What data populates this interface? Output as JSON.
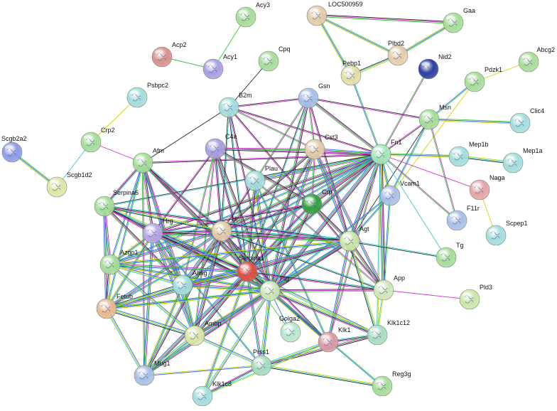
{
  "colors": {
    "edge_palette": [
      "#2a2a2a",
      "#cc33cc",
      "#33cc33",
      "#3366ff",
      "#d4d400",
      "#33cccc"
    ],
    "node_green": "#9ed89a",
    "node_blue": "#9fb8e6",
    "node_purple": "#b9a3e6",
    "node_tan": "#e0c9a0",
    "node_teal": "#9fdcdc",
    "node_red": "#e05a4a",
    "node_pink": "#d99a9a",
    "node_dark_green": "#2f9a3a",
    "node_navy": "#2a3a9a"
  },
  "nodes": [
    {
      "id": "Acy3",
      "label": "Acy3",
      "color": "#a6dc98"
    },
    {
      "id": "LOC500959",
      "label": "LOC500959",
      "color": "#e3ccaa"
    },
    {
      "id": "Gaa",
      "label": "Gaa",
      "color": "#a6dc98"
    },
    {
      "id": "Acp2",
      "label": "Acp2",
      "color": "#d9908a"
    },
    {
      "id": "Acy1",
      "label": "Acy1",
      "color": "#a79fe0"
    },
    {
      "id": "Cpq",
      "label": "Cpq",
      "color": "#a6dc98"
    },
    {
      "id": "Plbd2",
      "label": "Plbd2",
      "color": "#e3ccaa"
    },
    {
      "id": "Nid2",
      "label": "Nid2",
      "color": "#2c3fa0"
    },
    {
      "id": "Abcg2",
      "label": "Abcg2",
      "color": "#a6dc98"
    },
    {
      "id": "Pebp1",
      "label": "Pebp1",
      "color": "#e3ddaa"
    },
    {
      "id": "Pdzk1",
      "label": "Pdzk1",
      "color": "#a6dc98"
    },
    {
      "id": "Psbpc2",
      "label": "Psbpc2",
      "color": "#a4dcdc"
    },
    {
      "id": "B2m",
      "label": "B2m",
      "color": "#a4dcdc"
    },
    {
      "id": "Gsn",
      "label": "Gsn",
      "color": "#a8bfe6"
    },
    {
      "id": "Msn",
      "label": "Msn",
      "color": "#a6dc98"
    },
    {
      "id": "Clic4",
      "label": "Clic4",
      "color": "#a4dcdc"
    },
    {
      "id": "Scgb2a2",
      "label": "Scgb2a2",
      "color": "#8f9be6"
    },
    {
      "id": "Crp2",
      "label": "Crp2",
      "color": "#a6dc98"
    },
    {
      "id": "C4a",
      "label": "C4a",
      "color": "#a79fe0"
    },
    {
      "id": "Cst3",
      "label": "Cst3",
      "color": "#e3ccaa"
    },
    {
      "id": "Fn1",
      "label": "Fn1",
      "color": "#a6e6b8"
    },
    {
      "id": "Mep1b",
      "label": "Mep1b",
      "color": "#a4dcdc"
    },
    {
      "id": "Mep1a",
      "label": "Mep1a",
      "color": "#a4dcdc"
    },
    {
      "id": "Afm",
      "label": "Afm",
      "color": "#a6dc98"
    },
    {
      "id": "Scgb1d2",
      "label": "Scgb1d2",
      "color": "#dde6a6"
    },
    {
      "id": "Plau",
      "label": "Plau",
      "color": "#a4dcdc"
    },
    {
      "id": "Naga",
      "label": "Naga",
      "color": "#e3a6a6"
    },
    {
      "id": "Vcam1",
      "label": "Vcam1",
      "color": "#a8bfe6"
    },
    {
      "id": "Serpina6",
      "label": "Serpina6",
      "color": "#a6dc98"
    },
    {
      "id": "Crp",
      "label": "Crp",
      "color": "#33a040"
    },
    {
      "id": "F11r",
      "label": "F11r",
      "color": "#a8bfe6"
    },
    {
      "id": "Scpep1",
      "label": "Scpep1",
      "color": "#a4dcdc"
    },
    {
      "id": "Hrg",
      "label": "Hrg",
      "color": "#b8a6e6"
    },
    {
      "id": "Hp",
      "label": "Hp",
      "color": "#e3ccaa"
    },
    {
      "id": "Agt",
      "label": "Agt",
      "color": "#c9e6a6"
    },
    {
      "id": "Azgp1",
      "label": "Azgp1",
      "color": "#a6dc98"
    },
    {
      "id": "Serpina1",
      "label": "Serpina1",
      "color": "#e05040"
    },
    {
      "id": "Tg",
      "label": "Tg",
      "color": "#a6dc98"
    },
    {
      "id": "Ahsg",
      "label": "Ahsg",
      "color": "#a4dcdc"
    },
    {
      "id": "Plg",
      "label": "Plg",
      "color": "#cfe6b8"
    },
    {
      "id": "App",
      "label": "App",
      "color": "#cfe6b8"
    },
    {
      "id": "Pld3",
      "label": "Pld3",
      "color": "#c9e6a6"
    },
    {
      "id": "Fetub",
      "label": "Fetub",
      "color": "#e8b890"
    },
    {
      "id": "Golga2",
      "label": "Golga2",
      "color": "#b8e6cf"
    },
    {
      "id": "Klk1",
      "label": "Klk1",
      "color": "#d99aa6"
    },
    {
      "id": "Klk1c12",
      "label": "Klk1c12",
      "color": "#a6dcc0"
    },
    {
      "id": "Ambp",
      "label": "Ambp",
      "color": "#dde6a6"
    },
    {
      "id": "Prss1",
      "label": "Prss1",
      "color": "#a6dcc0"
    },
    {
      "id": "Mug1",
      "label": "Mug1",
      "color": "#a8bfe6"
    },
    {
      "id": "Reg3g",
      "label": "Reg3g",
      "color": "#a6dc98"
    },
    {
      "id": "Klk1c8",
      "label": "Klk1c8",
      "color": "#a4dcdc"
    }
  ],
  "edges": [
    [
      "Acy3",
      "Acy1",
      1
    ],
    [
      "Acp2",
      "Acy1",
      1
    ],
    [
      "LOC500959",
      "Gaa",
      3
    ],
    [
      "LOC500959",
      "Plbd2",
      3
    ],
    [
      "LOC500959",
      "Pebp1",
      3
    ],
    [
      "Gaa",
      "Plbd2",
      3
    ],
    [
      "Plbd2",
      "Pebp1",
      3
    ],
    [
      "Pebp1",
      "Fn1",
      2
    ],
    [
      "Nid2",
      "Fn1",
      2
    ],
    [
      "Abcg2",
      "Pdzk1",
      1
    ],
    [
      "Pdzk1",
      "Msn",
      2
    ],
    [
      "Pdzk1",
      "Vcam1",
      1
    ],
    [
      "Psbpc2",
      "Crp2",
      1
    ],
    [
      "Crp2",
      "Scgb1d2",
      1
    ],
    [
      "Scgb2a2",
      "Scgb1d2",
      3
    ],
    [
      "Crp2",
      "Afm",
      1
    ],
    [
      "Cpq",
      "B2m",
      1
    ],
    [
      "B2m",
      "Gsn",
      2
    ],
    [
      "B2m",
      "Fn1",
      2
    ],
    [
      "B2m",
      "Cst3",
      2
    ],
    [
      "B2m",
      "Afm",
      1
    ],
    [
      "B2m",
      "Hp",
      2
    ],
    [
      "B2m",
      "Serpina1",
      2
    ],
    [
      "B2m",
      "Plg",
      2
    ],
    [
      "B2m",
      "App",
      2
    ],
    [
      "Gsn",
      "Msn",
      2
    ],
    [
      "Gsn",
      "Fn1",
      3
    ],
    [
      "Gsn",
      "Plg",
      3
    ],
    [
      "Gsn",
      "Agt",
      2
    ],
    [
      "Gsn",
      "Cst3",
      2
    ],
    [
      "Gsn",
      "Plau",
      2
    ],
    [
      "Gsn",
      "Serpina1",
      2
    ],
    [
      "Msn",
      "Fn1",
      2
    ],
    [
      "Msn",
      "Clic4",
      3
    ],
    [
      "Msn",
      "Vcam1",
      2
    ],
    [
      "Msn",
      "F11r",
      2
    ],
    [
      "Msn",
      "Agt",
      1
    ],
    [
      "Fn1",
      "Mep1b",
      3
    ],
    [
      "Mep1b",
      "Mep1a",
      3
    ],
    [
      "Fn1",
      "Naga",
      1
    ],
    [
      "Naga",
      "Scpep1",
      1
    ],
    [
      "Fn1",
      "Vcam1",
      3
    ],
    [
      "Fn1",
      "F11r",
      2
    ],
    [
      "Fn1",
      "Plg",
      4
    ],
    [
      "Fn1",
      "Plau",
      4
    ],
    [
      "Fn1",
      "Serpina1",
      4
    ],
    [
      "Fn1",
      "Agt",
      4
    ],
    [
      "Fn1",
      "App",
      4
    ],
    [
      "Fn1",
      "Crp",
      3
    ],
    [
      "Fn1",
      "Hp",
      4
    ],
    [
      "Fn1",
      "Hrg",
      3
    ],
    [
      "Fn1",
      "C4a",
      3
    ],
    [
      "Fn1",
      "Cst3",
      3
    ],
    [
      "Fn1",
      "Ahsg",
      3
    ],
    [
      "Fn1",
      "Afm",
      2
    ],
    [
      "Fn1",
      "Serpina6",
      2
    ],
    [
      "Fn1",
      "Klk1",
      2
    ],
    [
      "Fn1",
      "Klk1c12",
      2
    ],
    [
      "Fn1",
      "Fetub",
      2
    ],
    [
      "Fn1",
      "Azgp1",
      2
    ],
    [
      "Fn1",
      "Tg",
      1
    ],
    [
      "Vcam1",
      "Plg",
      2
    ],
    [
      "Vcam1",
      "Agt",
      2
    ],
    [
      "Vcam1",
      "App",
      2
    ],
    [
      "C4a",
      "Hp",
      3
    ],
    [
      "C4a",
      "Serpina1",
      3
    ],
    [
      "C4a",
      "Plg",
      3
    ],
    [
      "C4a",
      "Crp",
      3
    ],
    [
      "C4a",
      "Hrg",
      2
    ],
    [
      "C4a",
      "Cst3",
      2
    ],
    [
      "C4a",
      "Ahsg",
      2
    ],
    [
      "C4a",
      "Ambp",
      2
    ],
    [
      "Cst3",
      "Hp",
      3
    ],
    [
      "Cst3",
      "Serpina1",
      3
    ],
    [
      "Cst3",
      "Plg",
      3
    ],
    [
      "Cst3",
      "App",
      3
    ],
    [
      "Cst3",
      "Agt",
      3
    ],
    [
      "Cst3",
      "Crp",
      2
    ],
    [
      "Plau",
      "Plg",
      4
    ],
    [
      "Plau",
      "Serpina1",
      3
    ],
    [
      "Plau",
      "Hp",
      2
    ],
    [
      "Plau",
      "App",
      2
    ],
    [
      "Plau",
      "Klk1",
      2
    ],
    [
      "Crp",
      "Agt",
      3
    ],
    [
      "Crp",
      "Serpina1",
      3
    ],
    [
      "Crp",
      "Plg",
      3
    ],
    [
      "Crp",
      "Hp",
      3
    ],
    [
      "Crp",
      "Hrg",
      2
    ],
    [
      "Afm",
      "Serpina6",
      3
    ],
    [
      "Afm",
      "Hrg",
      3
    ],
    [
      "Afm",
      "Azgp1",
      2
    ],
    [
      "Afm",
      "Fetub",
      2
    ],
    [
      "Afm",
      "Ahsg",
      3
    ],
    [
      "Afm",
      "Serpina1",
      3
    ],
    [
      "Afm",
      "Plg",
      3
    ],
    [
      "Afm",
      "Ambp",
      3
    ],
    [
      "Afm",
      "Mug1",
      2
    ],
    [
      "Afm",
      "Hp",
      3
    ],
    [
      "Serpina6",
      "Hrg",
      3
    ],
    [
      "Serpina6",
      "Serpina1",
      4
    ],
    [
      "Serpina6",
      "Hp",
      3
    ],
    [
      "Serpina6",
      "Azgp1",
      3
    ],
    [
      "Serpina6",
      "Ahsg",
      3
    ],
    [
      "Serpina6",
      "Fetub",
      3
    ],
    [
      "Serpina6",
      "Plg",
      3
    ],
    [
      "Serpina6",
      "Agt",
      3
    ],
    [
      "Hrg",
      "Hp",
      4
    ],
    [
      "Hrg",
      "Serpina1",
      4
    ],
    [
      "Hrg",
      "Plg",
      4
    ],
    [
      "Hrg",
      "Ahsg",
      4
    ],
    [
      "Hrg",
      "Azgp1",
      3
    ],
    [
      "Hrg",
      "Fetub",
      3
    ],
    [
      "Hrg",
      "Ambp",
      3
    ],
    [
      "Hrg",
      "Mug1",
      3
    ],
    [
      "Hrg",
      "Agt",
      3
    ],
    [
      "Hrg",
      "Prss1",
      2
    ],
    [
      "Hp",
      "Serpina1",
      4
    ],
    [
      "Hp",
      "Plg",
      4
    ],
    [
      "Hp",
      "Agt",
      4
    ],
    [
      "Hp",
      "Ahsg",
      4
    ],
    [
      "Hp",
      "Azgp1",
      3
    ],
    [
      "Hp",
      "Fetub",
      3
    ],
    [
      "Hp",
      "Ambp",
      4
    ],
    [
      "Hp",
      "Mug1",
      3
    ],
    [
      "Hp",
      "App",
      2
    ],
    [
      "Hp",
      "Klk1",
      2
    ],
    [
      "Agt",
      "Serpina1",
      4
    ],
    [
      "Agt",
      "Plg",
      4
    ],
    [
      "Agt",
      "App",
      3
    ],
    [
      "Agt",
      "Tg",
      2
    ],
    [
      "Agt",
      "Klk1",
      3
    ],
    [
      "Agt",
      "Klk1c12",
      3
    ],
    [
      "Agt",
      "Ahsg",
      3
    ],
    [
      "Agt",
      "Ambp",
      3
    ],
    [
      "Agt",
      "Azgp1",
      3
    ],
    [
      "Agt",
      "Mug1",
      2
    ],
    [
      "Azgp1",
      "Serpina1",
      3
    ],
    [
      "Azgp1",
      "Ahsg",
      3
    ],
    [
      "Azgp1",
      "Fetub",
      3
    ],
    [
      "Azgp1",
      "Plg",
      3
    ],
    [
      "Azgp1",
      "Ambp",
      3
    ],
    [
      "Serpina1",
      "Plg",
      4
    ],
    [
      "Serpina1",
      "Ahsg",
      4
    ],
    [
      "Serpina1",
      "Ambp",
      4
    ],
    [
      "Serpina1",
      "Mug1",
      4
    ],
    [
      "Serpina1",
      "Fetub",
      4
    ],
    [
      "Serpina1",
      "Klk1",
      3
    ],
    [
      "Serpina1",
      "Prss1",
      3
    ],
    [
      "Serpina1",
      "Klk1c12",
      3
    ],
    [
      "Serpina1",
      "Golga2",
      1
    ],
    [
      "Serpina1",
      "App",
      3
    ],
    [
      "Serpina1",
      "Klk1c8",
      3
    ],
    [
      "Ahsg",
      "Plg",
      4
    ],
    [
      "Ahsg",
      "Fetub",
      4
    ],
    [
      "Ahsg",
      "Ambp",
      4
    ],
    [
      "Ahsg",
      "Mug1",
      3
    ],
    [
      "Plg",
      "App",
      3
    ],
    [
      "Plg",
      "Klk1",
      4
    ],
    [
      "Plg",
      "Klk1c12",
      4
    ],
    [
      "Plg",
      "Prss1",
      4
    ],
    [
      "Plg",
      "Ambp",
      4
    ],
    [
      "Plg",
      "Mug1",
      3
    ],
    [
      "Plg",
      "Fetub",
      3
    ],
    [
      "Plg",
      "Golga2",
      1
    ],
    [
      "Plg",
      "Klk1c8",
      3
    ],
    [
      "Plg",
      "Reg3g",
      2
    ],
    [
      "App",
      "Pld3",
      1
    ],
    [
      "App",
      "Klk1c12",
      2
    ],
    [
      "Fetub",
      "Ambp",
      4
    ],
    [
      "Fetub",
      "Mug1",
      3
    ],
    [
      "Fetub",
      "Plg",
      3
    ],
    [
      "Klk1",
      "Klk1c12",
      3
    ],
    [
      "Klk1",
      "Prss1",
      3
    ],
    [
      "Klk1c12",
      "Prss1",
      3
    ],
    [
      "Ambp",
      "Mug1",
      4
    ],
    [
      "Ambp",
      "Prss1",
      3
    ],
    [
      "Prss1",
      "Klk1c8",
      3
    ],
    [
      "Prss1",
      "Reg3g",
      3
    ],
    [
      "Prss1",
      "Mug1",
      2
    ],
    [
      "Klk1",
      "Klk1c8",
      2
    ]
  ]
}
